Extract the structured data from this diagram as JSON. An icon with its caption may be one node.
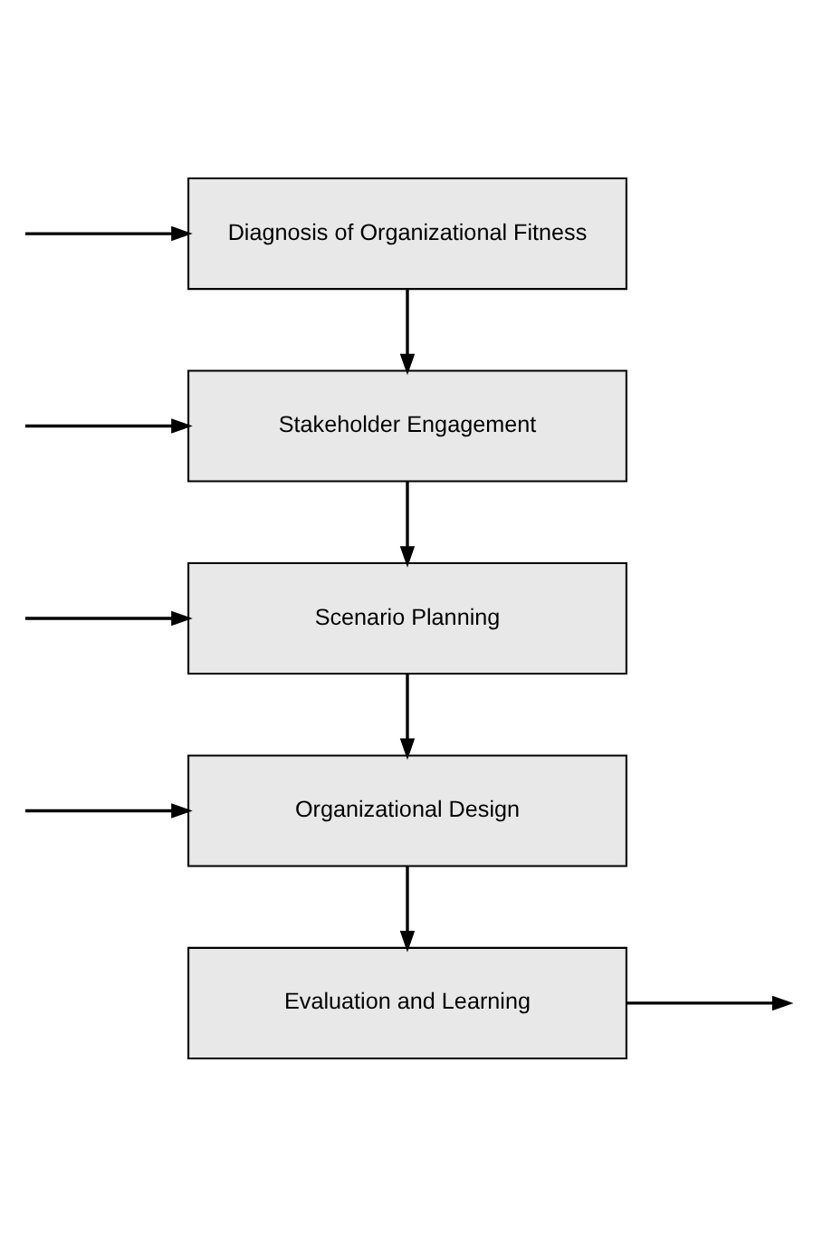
{
  "diagram": {
    "nodes": [
      {
        "text": [
          "Diagnosis of Organizational Fitness"
        ]
      },
      {
        "text": [
          "Stakeholder Engagement"
        ]
      },
      {
        "text": [
          "Scenario Planning"
        ]
      },
      {
        "text": [
          "Organizational Design"
        ]
      },
      {
        "text": [
          "Evaluation and Learning"
        ]
      }
    ],
    "edges": [
      {
        "from": 0,
        "to": 1,
        "arrow": "to"
      },
      {
        "from": 1,
        "to": 2,
        "arrow": "to"
      },
      {
        "from": 2,
        "to": 3,
        "arrow": "to"
      },
      {
        "from": 3,
        "to": 4,
        "arrow": "to"
      },
      {
        "from": null,
        "to": 0,
        "arrow": "to"
      },
      {
        "from": null,
        "to": 1,
        "arrow": "to"
      },
      {
        "from": null,
        "to": 2,
        "arrow": "to"
      },
      {
        "from": null,
        "to": 3,
        "arrow": "to"
      },
      {
        "from": 4,
        "to": null,
        "arrow": "to"
      }
    ]
  }
}
